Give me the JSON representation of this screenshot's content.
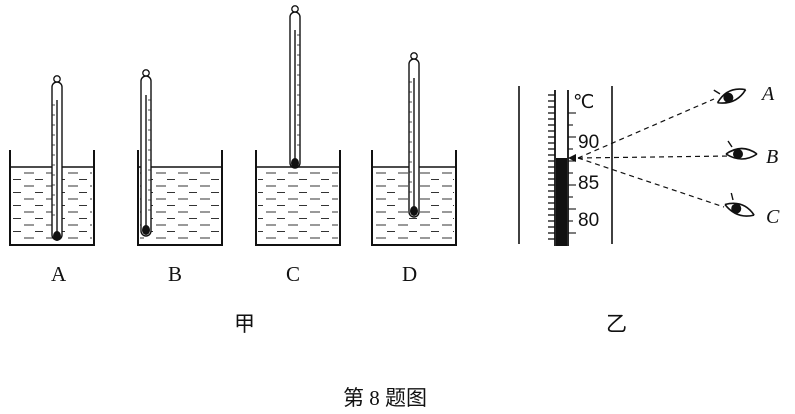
{
  "figure_caption": "第 8 题图",
  "panel_jia": {
    "label": "甲",
    "setups": [
      {
        "id": "A",
        "label": "A"
      },
      {
        "id": "B",
        "label": "B"
      },
      {
        "id": "C",
        "label": "C"
      },
      {
        "id": "D",
        "label": "D"
      }
    ]
  },
  "panel_yi": {
    "label": "乙",
    "unit": "℃",
    "scale_labels": [
      "90",
      "85",
      "80"
    ],
    "eye_labels": [
      "A",
      "B",
      "C"
    ]
  }
}
